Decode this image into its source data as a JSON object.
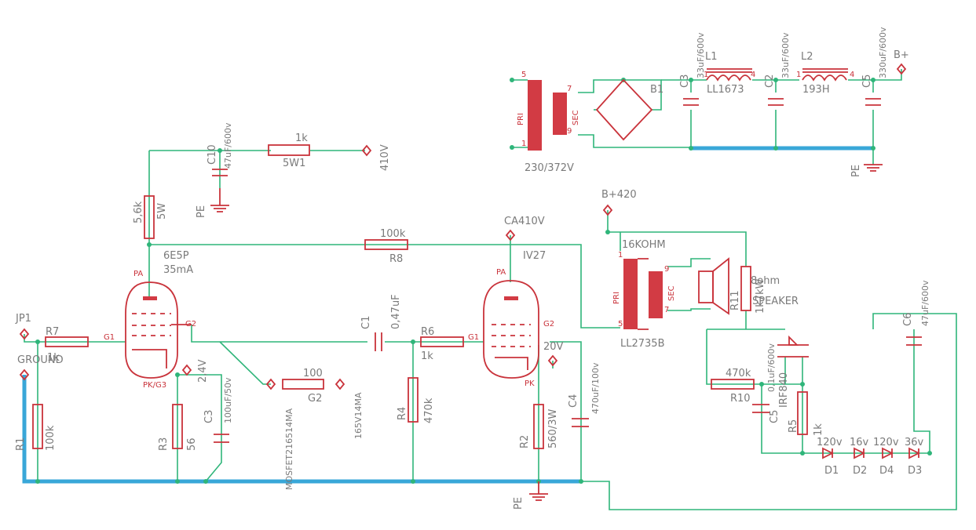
{
  "colors": {
    "wire": "#2fb57a",
    "bus": "#39a7d8",
    "part": "#c9333b",
    "text": "#7a7a7a"
  },
  "labels": {
    "jp1": "JP1",
    "ground": "GROUND",
    "r7": "R7",
    "r7_val": "1k",
    "g1_left": "G1",
    "tube1_name": "6E5P",
    "tube1_current": "35mA",
    "pa1": "PA",
    "pk_g3": "PK/G3",
    "g2_left": "G2",
    "r1": "R1",
    "r1_val": "100k",
    "r3": "R3",
    "r3_val": "56",
    "c3": "C3",
    "c3_val": "100uF/50v",
    "v_2_4": "2,4V",
    "r56k": "5,6k",
    "r56k_w": "5W",
    "c10": "C10",
    "c10_val": "47uF/600v",
    "pe_c10": "PE",
    "r_1k": "1k",
    "r_1k_w": "5W1",
    "v410": "410V",
    "r8_val": "100k",
    "r8": "R8",
    "c1": "C1",
    "c1_val": "0,47uF",
    "r_100": "100",
    "g2_mid": "G2",
    "mosfet1": "MOSFET216514MA",
    "mosfet2": "165V14MA",
    "r6": "R6",
    "r6_val": "1k",
    "g1_right": "G1",
    "r4": "R4",
    "r4_val": "470k",
    "ca410": "CA410V",
    "tube2_name": "IV27",
    "pa2": "PA",
    "pk2": "PK",
    "g2_right": "G2",
    "v20": "20V",
    "r2": "R2",
    "r2_val": "560/3W",
    "c4": "C4",
    "c4_val": "470uF/100v",
    "pe_bottom": "PE",
    "b420": "B+420",
    "ohm16k": "16KOHM",
    "ll2735b": "LL2735B",
    "ot_pri": "PRI",
    "ot_sec": "SEC",
    "ot_p1": "1",
    "ot_p5": "5",
    "ot_p7": "7",
    "ot_p9": "9",
    "speaker1": "8ohm",
    "speaker2": "SPEAKER",
    "r11": "R11",
    "r11_val": "1k7kW",
    "r10_val": "470k",
    "r10": "R10",
    "irf840": "IRF840",
    "c_01uf": "0,1uF/600v",
    "c5_lbl": "C5",
    "r5": "R5",
    "r5_val": "1k",
    "c6": "C6",
    "c6_val": "47uF/600v",
    "d1": "D1",
    "d2": "D2",
    "d4": "D4",
    "d3": "D3",
    "d1_v": "120v",
    "d2_v": "16v",
    "d4_v": "120v",
    "d3_v": "36v",
    "pt_pri": "PRI",
    "pt_sec": "SEC",
    "pt_5": "5",
    "pt_1": "1",
    "pt_7": "7",
    "pt_9": "9",
    "pt_volts": "230/372V",
    "b1": "B1",
    "c3p": "C3",
    "c3p_val": "33uF/600v",
    "l1": "L1",
    "l1_type": "LL1673",
    "l1_p1": "1",
    "l1_p4": "4",
    "c2p": "C2",
    "c2p_val": "33uF/600v",
    "l2": "L2",
    "l2_type": "193H",
    "l2_p1": "1",
    "l2_p4": "4",
    "c5p": "C5",
    "c5p_val": "330uF/600v",
    "bplus": "B+",
    "pe_ps": "PE"
  }
}
